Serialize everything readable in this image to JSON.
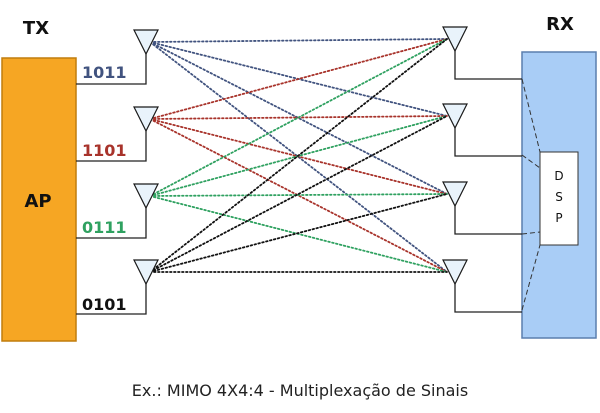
{
  "tx_label": "TX",
  "rx_label": "RX",
  "ap_label": "AP",
  "dsp_label": "DSP",
  "caption": "Ex.: MIMO 4X4:4 - Multiplexação de Sinais",
  "streams": [
    {
      "bits": "1011",
      "color": "#41537f"
    },
    {
      "bits": "1101",
      "color": "#a8332b"
    },
    {
      "bits": "0111",
      "color": "#2fa160"
    },
    {
      "bits": "0101",
      "color": "#111111"
    }
  ],
  "colors": {
    "ap_fill": "#f6a623",
    "ap_stroke": "#c07d0d",
    "rx_fill": "#a9cdf6",
    "rx_stroke": "#5a7fae",
    "line": "#222222"
  },
  "antenna_icon": "triangle-antenna-icon"
}
